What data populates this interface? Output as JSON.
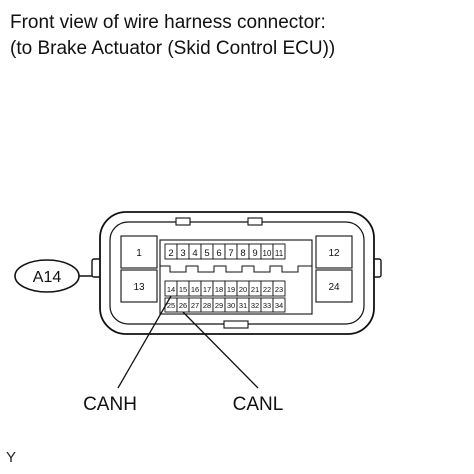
{
  "title": {
    "line1": "Front view of wire harness connector:",
    "line2": "(to Brake Actuator (Skid Control ECU))"
  },
  "connector": {
    "code": "A14",
    "pins": {
      "p1": "1",
      "p2": "2",
      "p3": "3",
      "p4": "4",
      "p5": "5",
      "p6": "6",
      "p7": "7",
      "p8": "8",
      "p9": "9",
      "p10": "10",
      "p11": "11",
      "p12": "12",
      "p13": "13",
      "p14": "14",
      "p15": "15",
      "p16": "16",
      "p17": "17",
      "p18": "18",
      "p19": "19",
      "p20": "20",
      "p21": "21",
      "p22": "22",
      "p23": "23",
      "p24": "24",
      "p25": "25",
      "p26": "26",
      "p27": "27",
      "p28": "28",
      "p29": "29",
      "p30": "30",
      "p31": "31",
      "p32": "32",
      "p33": "33",
      "p34": "34"
    }
  },
  "callouts": {
    "canh": "CANH",
    "canl": "CANL"
  },
  "figure_code": "Y"
}
